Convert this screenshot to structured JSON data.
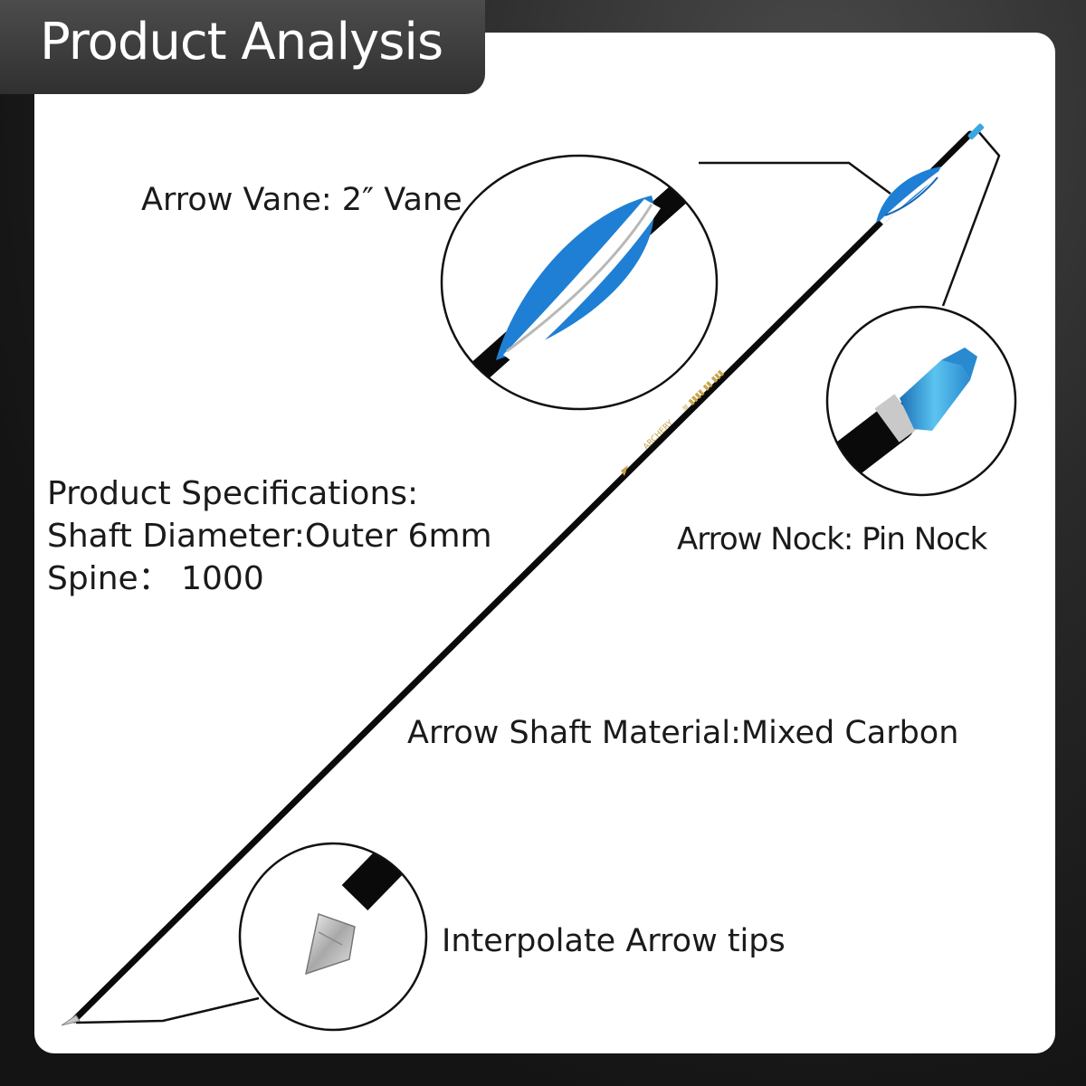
{
  "header": {
    "title": "Product Analysis"
  },
  "callouts": {
    "vane": "Arrow Vane: 2″ Vane",
    "nock": "Arrow Nock: Pin Nock",
    "shaft": "Arrow Shaft Material:Mixed Carbon",
    "tip": "Interpolate Arrow tips"
  },
  "specifications": {
    "heading": "Product Specifications:",
    "diameter": "Shaft Diameter:Outer 6mm",
    "spine": "Spine： 1000"
  },
  "shaft_print": "ARCHERY",
  "colors": {
    "vane": "#1e7fd4",
    "shaft": "#0a0a0a",
    "nock": "#3aa8e0",
    "background": "#1a1a1a"
  }
}
